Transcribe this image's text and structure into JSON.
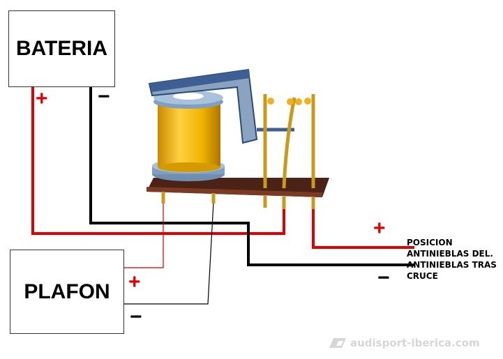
{
  "battery": {
    "label": "BATERIA",
    "plus": "+",
    "minus": "−"
  },
  "plafon": {
    "label": "PLAFON",
    "plus": "+",
    "minus": "−"
  },
  "output": {
    "plus": "+",
    "minus": "−",
    "labels": [
      "POSICION",
      "ANTINIEBLAS DEL.",
      "ANTINIEBLAS TRAS",
      "CRUCE"
    ]
  },
  "watermark": "audisport-iberica.com",
  "colors": {
    "positive_wire": "#e00000",
    "negative_wire": "#000000",
    "coil": "#f2b400",
    "base": "#5a2a1a"
  }
}
